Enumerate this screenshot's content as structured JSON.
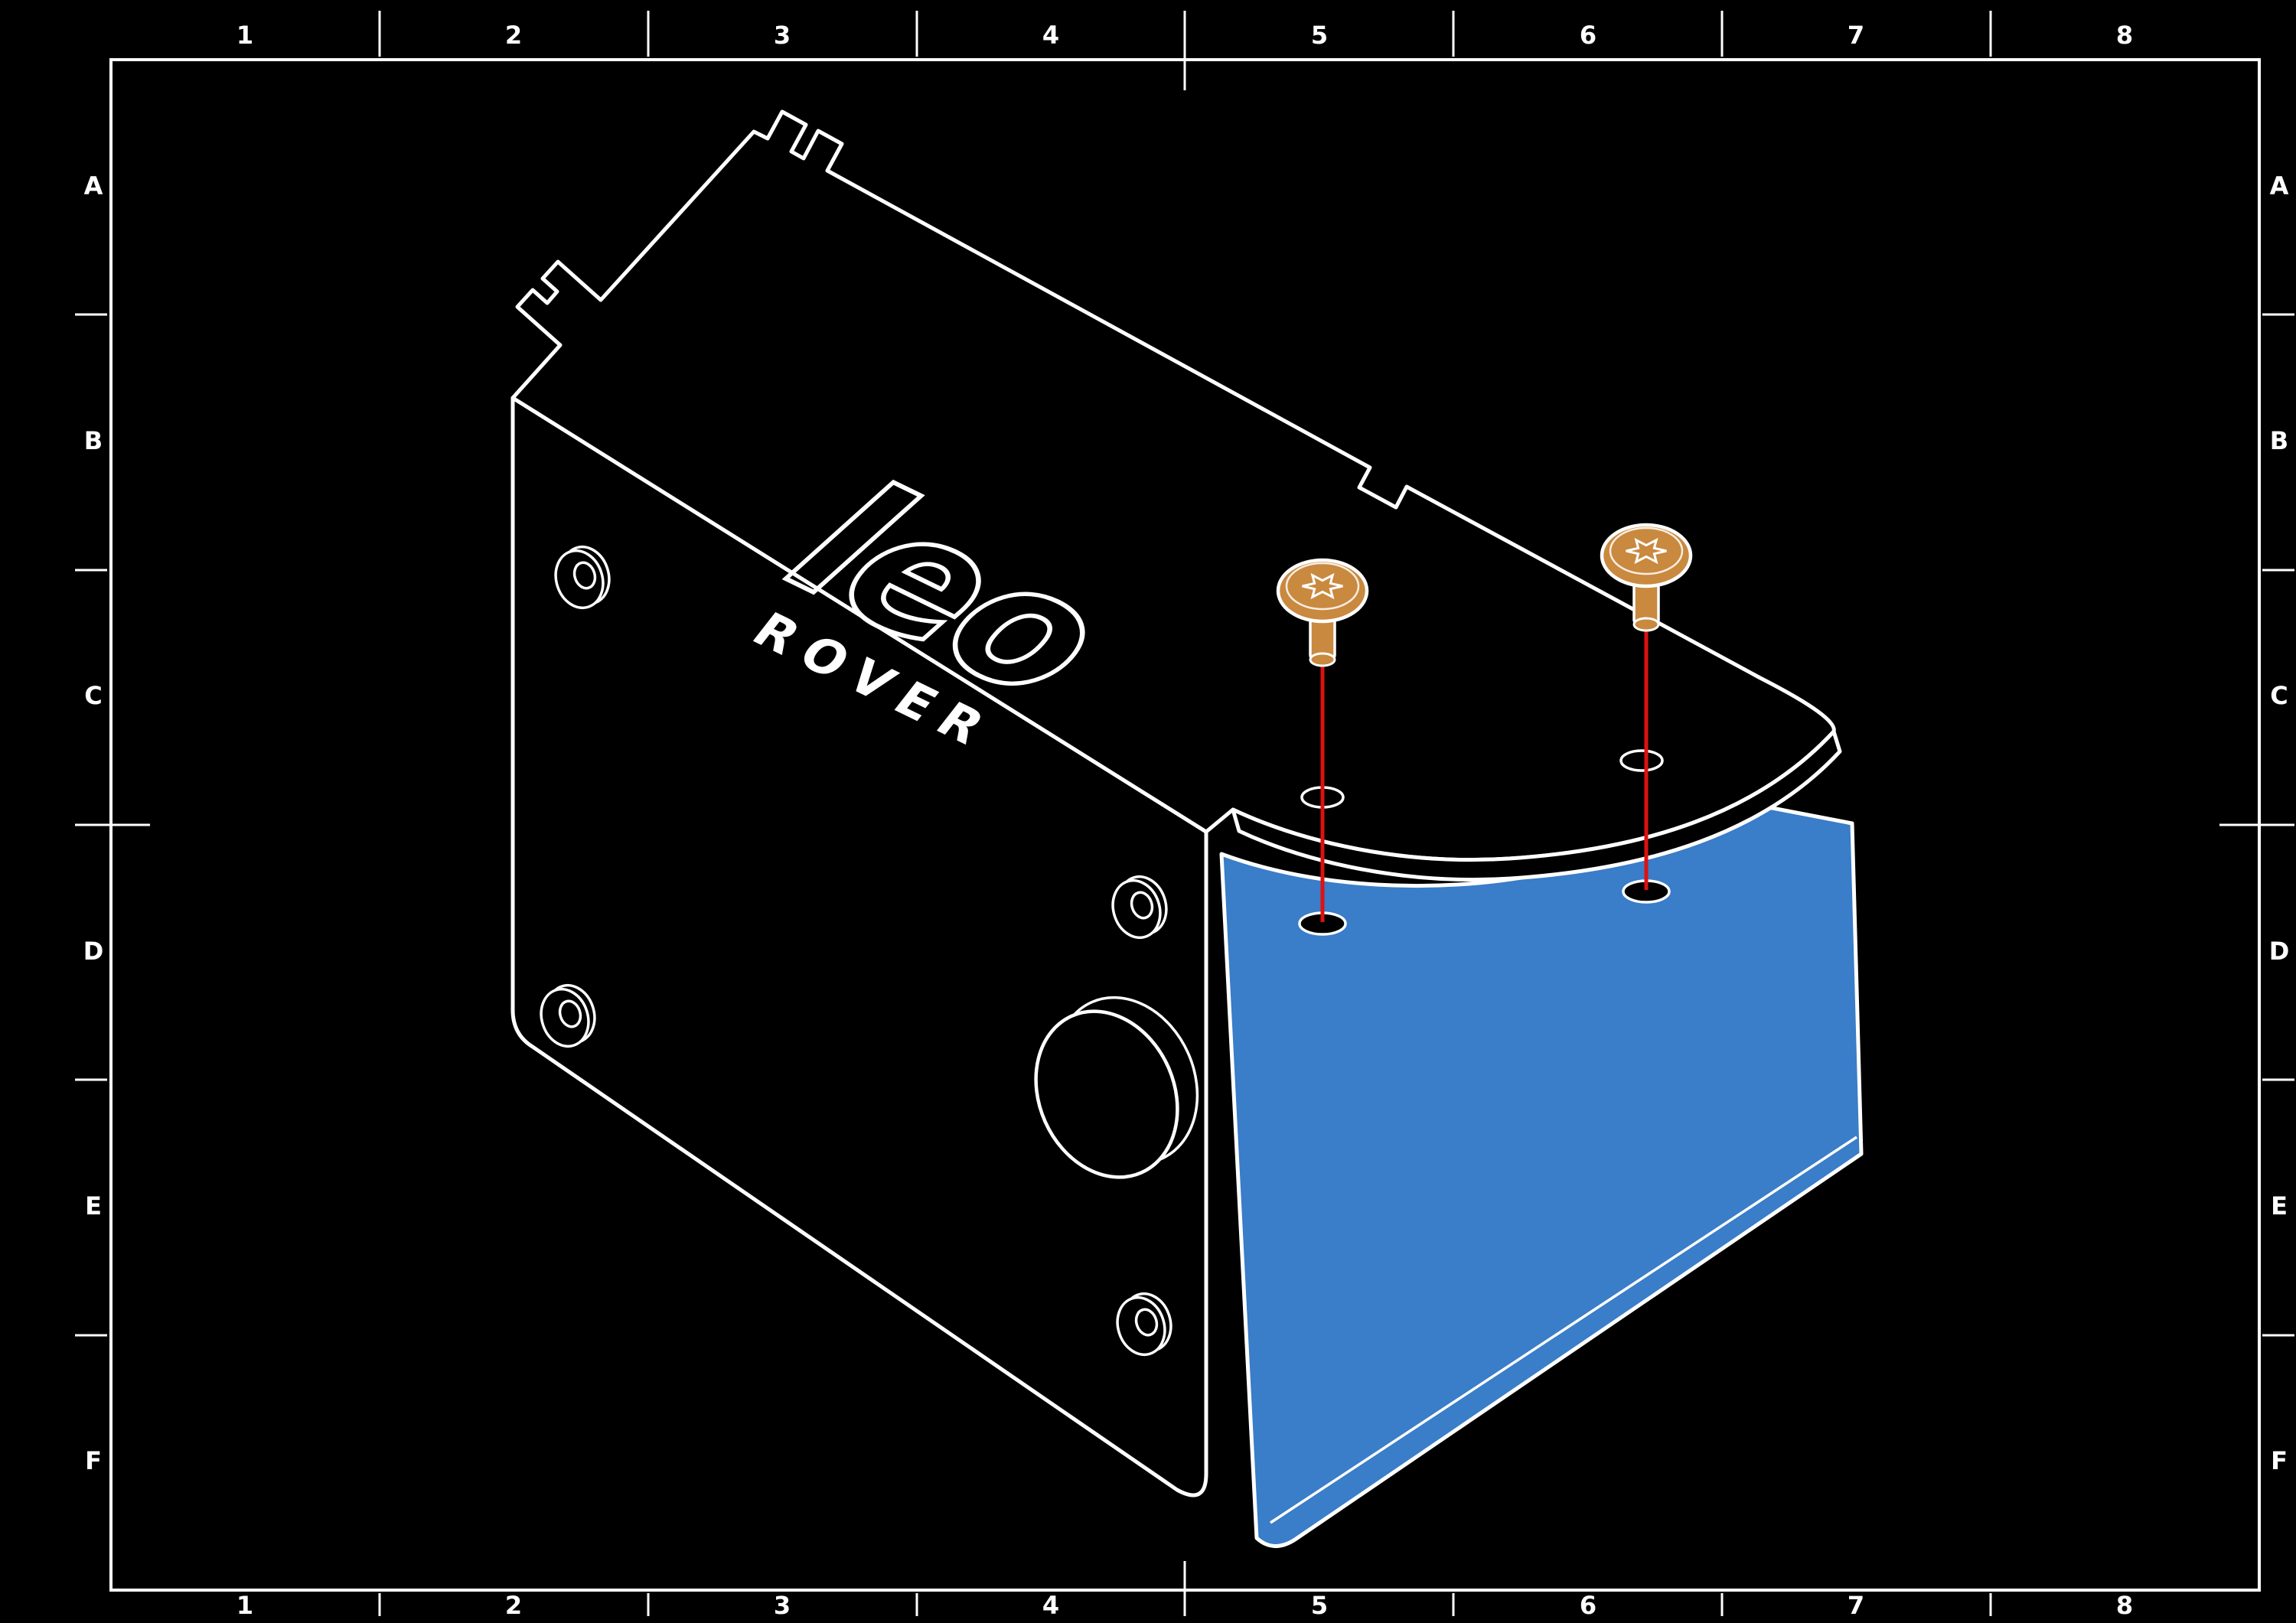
{
  "grid": {
    "columns": [
      "1",
      "2",
      "3",
      "4",
      "5",
      "6",
      "7",
      "8"
    ],
    "rows": [
      "A",
      "B",
      "C",
      "D",
      "E",
      "F"
    ]
  },
  "drawing": {
    "logo": {
      "line1": "leo",
      "line2": "ROVER"
    },
    "colors": {
      "background": "#000000",
      "outline": "#ffffff",
      "panel_blue": "#3a7dc8",
      "screw_orange": "#c9893f",
      "guide_red": "#dd1111"
    }
  }
}
